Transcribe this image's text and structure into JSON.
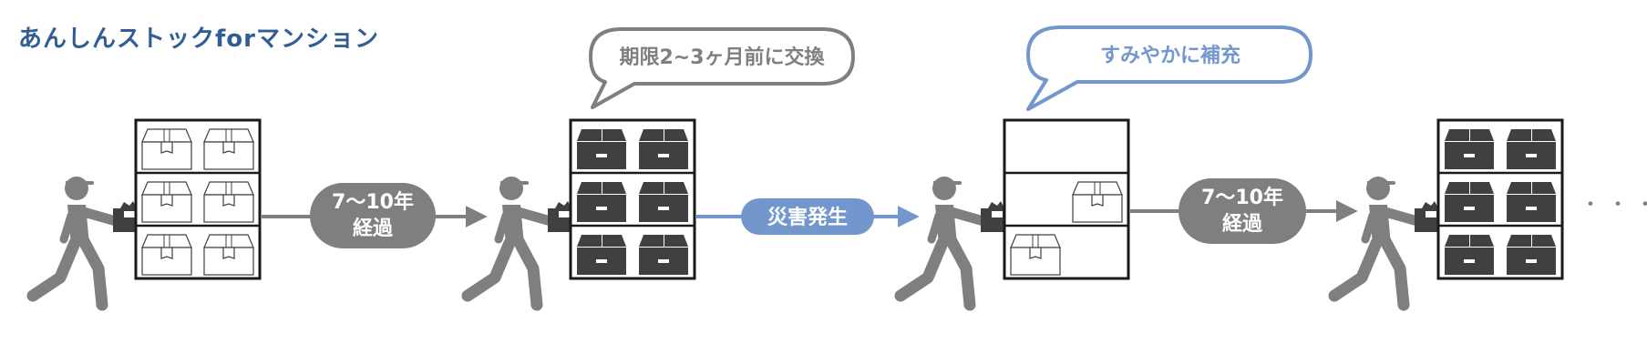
{
  "title": "あんしんストックforマンション",
  "colors": {
    "title": "#2f5d94",
    "gray": "#7f7f7f",
    "blue": "#7396cd",
    "dark_box": "#404040",
    "shelf_stroke": "#1a1a1a"
  },
  "stages": [
    {
      "shelf": "full-white-boxes"
    },
    {
      "shelf": "full-dark-boxes"
    },
    {
      "shelf": "partly-empty"
    },
    {
      "shelf": "full-dark-boxes"
    }
  ],
  "transitions": [
    {
      "line1": "7〜10年",
      "line2": "経過",
      "style": "gray"
    },
    {
      "line1": "災害発生",
      "style": "blue"
    },
    {
      "line1": "7〜10年",
      "line2": "経過",
      "style": "gray"
    }
  ],
  "callouts": [
    {
      "text": "期限2~3ヶ月前に交換",
      "style": "gray"
    },
    {
      "text": "すみやかに補充",
      "style": "blue"
    }
  ],
  "continuation": "・・・"
}
